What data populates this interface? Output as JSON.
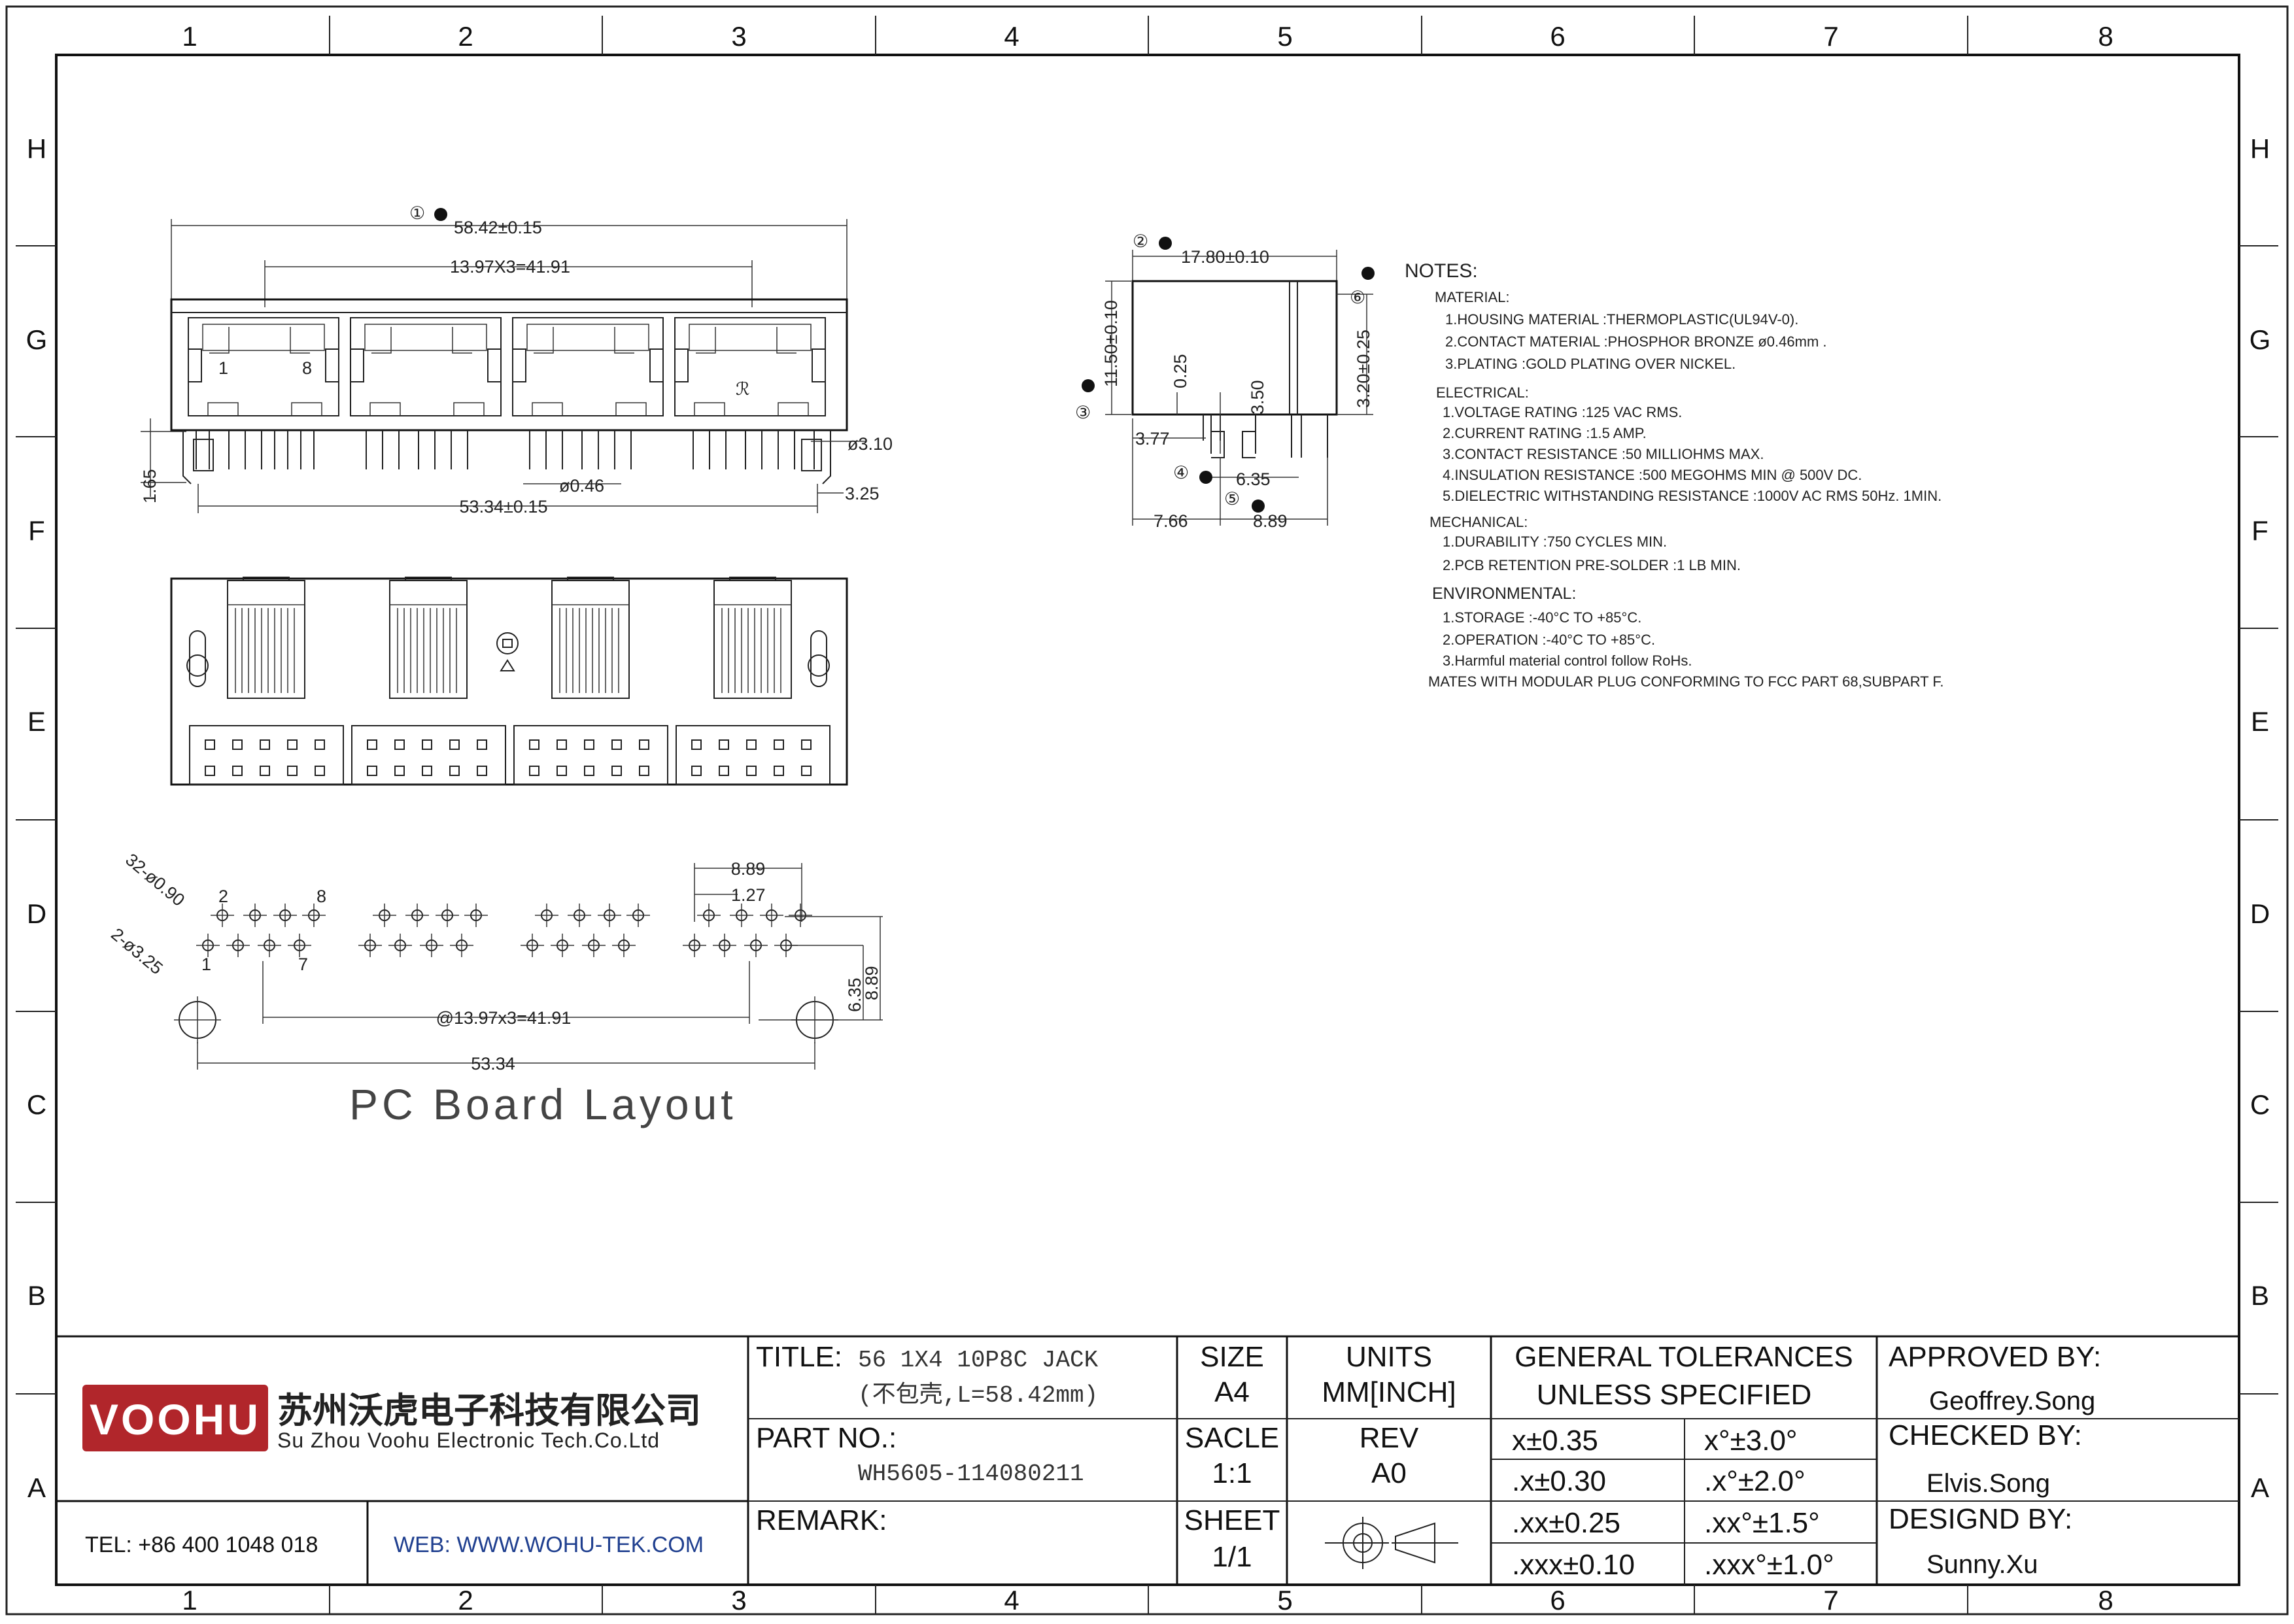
{
  "grid": {
    "columns": [
      "1",
      "2",
      "3",
      "4",
      "5",
      "6",
      "7",
      "8"
    ],
    "rows": [
      "H",
      "G",
      "F",
      "E",
      "D",
      "C",
      "B",
      "A"
    ]
  },
  "front_view": {
    "marker": "①",
    "overall_width": "58.42±0.15",
    "pitch": "13.97X3=41.91",
    "pin_first": "1",
    "pin_last": "8",
    "height_left": "1.65",
    "hole_dia": "ø3.10",
    "pin_dia": "ø0.46",
    "post_spacing": "53.34±0.15",
    "post_offset": "3.25"
  },
  "side_view": {
    "marker_width": "②",
    "width": "17.80±0.10",
    "marker_height": "③",
    "height": "11.50±0.10",
    "dim_025": "0.25",
    "dim_350": "3.50",
    "dim_377": "3.77",
    "marker_635": "④",
    "dim_635": "6.35",
    "marker_889": "⑤",
    "dim_889": "8.89",
    "dim_766": "7.66",
    "marker_320": "⑥",
    "dim_320": "3.20±0.25"
  },
  "pcb_layout": {
    "hole_count": "32-ø0.90",
    "post_holes": "2-ø3.25",
    "pin_2": "2",
    "pin_8": "8",
    "pin_1": "1",
    "pin_7": "7",
    "dim_889_top": "8.89",
    "dim_127": "1.27",
    "dim_635": "6.35",
    "dim_889_side": "8.89",
    "pitch": "@13.97x3=41.91",
    "span": "53.34",
    "caption": "PC Board Layout"
  },
  "notes": {
    "heading": "NOTES:",
    "material_heading": "MATERIAL:",
    "material": [
      "1.HOUSING MATERIAL :THERMOPLASTIC(UL94V-0).",
      "2.CONTACT MATERIAL :PHOSPHOR BRONZE ø0.46mm .",
      "3.PLATING :GOLD PLATING OVER NICKEL."
    ],
    "electrical_heading": "ELECTRICAL:",
    "electrical": [
      "1.VOLTAGE RATING :125 VAC RMS.",
      "2.CURRENT RATING :1.5 AMP.",
      "3.CONTACT RESISTANCE :50 MILLIOHMS MAX.",
      "4.INSULATION RESISTANCE :500 MEGOHMS MIN @ 500V DC.",
      "5.DIELECTRIC WITHSTANDING RESISTANCE :1000V AC RMS 50Hz. 1MIN."
    ],
    "mechanical_heading": "MECHANICAL:",
    "mechanical": [
      "1.DURABILITY :750 CYCLES MIN.",
      "2.PCB RETENTION PRE-SOLDER :1 LB MIN."
    ],
    "environmental_heading": "ENVIRONMENTAL:",
    "environmental": [
      "1.STORAGE :-40°C TO +85°C.",
      "2.OPERATION :-40°C TO +85°C.",
      "3.Harmful material control follow RoHs."
    ],
    "mates": "MATES WITH MODULAR PLUG CONFORMING TO FCC PART 68,SUBPART F."
  },
  "title_block": {
    "logo": "VOOHU",
    "company_cn": "苏州沃虎电子科技有限公司",
    "company_en": "Su Zhou Voohu Electronic Tech.Co.Ltd",
    "tel": "TEL: +86 400 1048 018",
    "web": "WEB: WWW.WOHU-TEK.COM",
    "title_label": "TITLE:",
    "title_value": "56 1X4 10P8C JACK",
    "title_sub": "(不包壳,L=58.42mm)",
    "part_label": "PART NO.:",
    "part_value": "WH5605-114080211",
    "remark_label": "REMARK:",
    "size_label": "SIZE",
    "size_value": "A4",
    "units_label": "UNITS",
    "units_value": "MM[INCH]",
    "scale_label": "SACLE",
    "scale_value": "1:1",
    "rev_label": "REV",
    "rev_value": "A0",
    "sheet_label": "SHEET",
    "sheet_value": "1/1",
    "tol_heading1": "GENERAL TOLERANCES",
    "tol_heading2": "UNLESS SPECIFIED",
    "tol_linear": [
      "x±0.35",
      ".x±0.30",
      ".xx±0.25",
      ".xxx±0.10"
    ],
    "tol_angular": [
      "x°±3.0°",
      ".x°±2.0°",
      ".xx°±1.5°",
      ".xxx°±1.0°"
    ],
    "approved_label": "APPROVED BY:",
    "approved_value": "Geoffrey.Song",
    "checked_label": "CHECKED BY:",
    "checked_value": "Elvis.Song",
    "design_label": "DESIGND BY:",
    "design_value": "Sunny.Xu"
  },
  "colors": {
    "logo_red": "#b1262b",
    "link_blue": "#1f3f8f",
    "line": "#222222"
  }
}
